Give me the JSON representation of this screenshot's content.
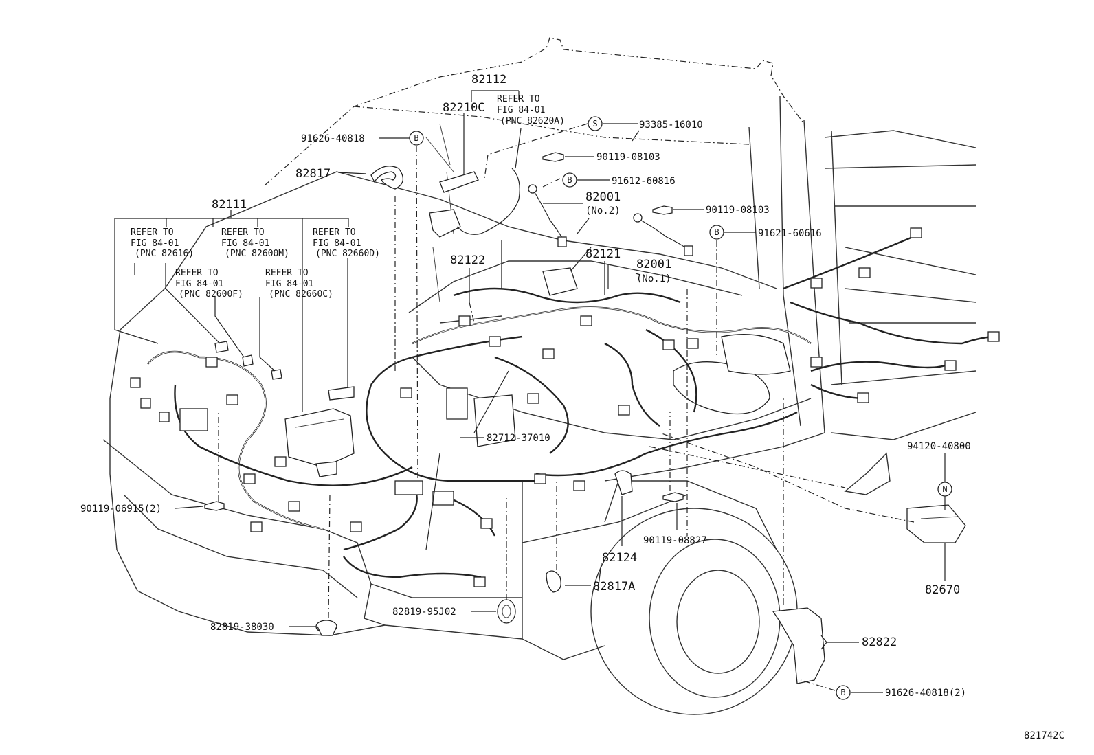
{
  "diagram_id": "821742C",
  "parts": {
    "p82112": "82112",
    "p82210C": "82210C",
    "p91626_40818": "91626-40818",
    "p82817": "82817",
    "p82111": "82111",
    "p93385_16010": "93385-16010",
    "p90119_08103_a": "90119-08103",
    "p91612_60816": "91612-60816",
    "p82001_no2": "82001",
    "p82001_no2_sub": "(No.2)",
    "p90119_08103_b": "90119-08103",
    "p91621_60616": "91621-60616",
    "p82122": "82122",
    "p82121": "82121",
    "p82001_no1": "82001",
    "p82001_no1_sub": "(No.1)",
    "p82712_37010": "82712-37010",
    "p90119_06915": "90119-06915(2)",
    "p90119_08827": "90119-08827",
    "p82124": "82124",
    "p82817A": "82817A",
    "p82819_95J02": "82819-95J02",
    "p82819_38030": "82819-38030",
    "p94120_40800": "94120-40800",
    "p82670": "82670",
    "p82822": "82822",
    "p91626_40818_2": "91626-40818(2)"
  },
  "refs": {
    "r82620A": [
      "REFER TO",
      "FIG 84-01",
      "(PNC 82620A)"
    ],
    "r82616": [
      "REFER TO",
      "FIG 84-01",
      "(PNC 82616)"
    ],
    "r82600M": [
      "REFER TO",
      "FIG 84-01",
      "(PNC 82600M)"
    ],
    "r82660D": [
      "REFER TO",
      "FIG 84-01",
      "(PNC 82660D)"
    ],
    "r82600F": [
      "REFER TO",
      "FIG 84-01",
      "(PNC 82600F)"
    ],
    "r82660C": [
      "REFER TO",
      "FIG 84-01",
      "(PNC 82660C)"
    ]
  },
  "markers": {
    "b": "B",
    "s": "S",
    "n": "N"
  }
}
